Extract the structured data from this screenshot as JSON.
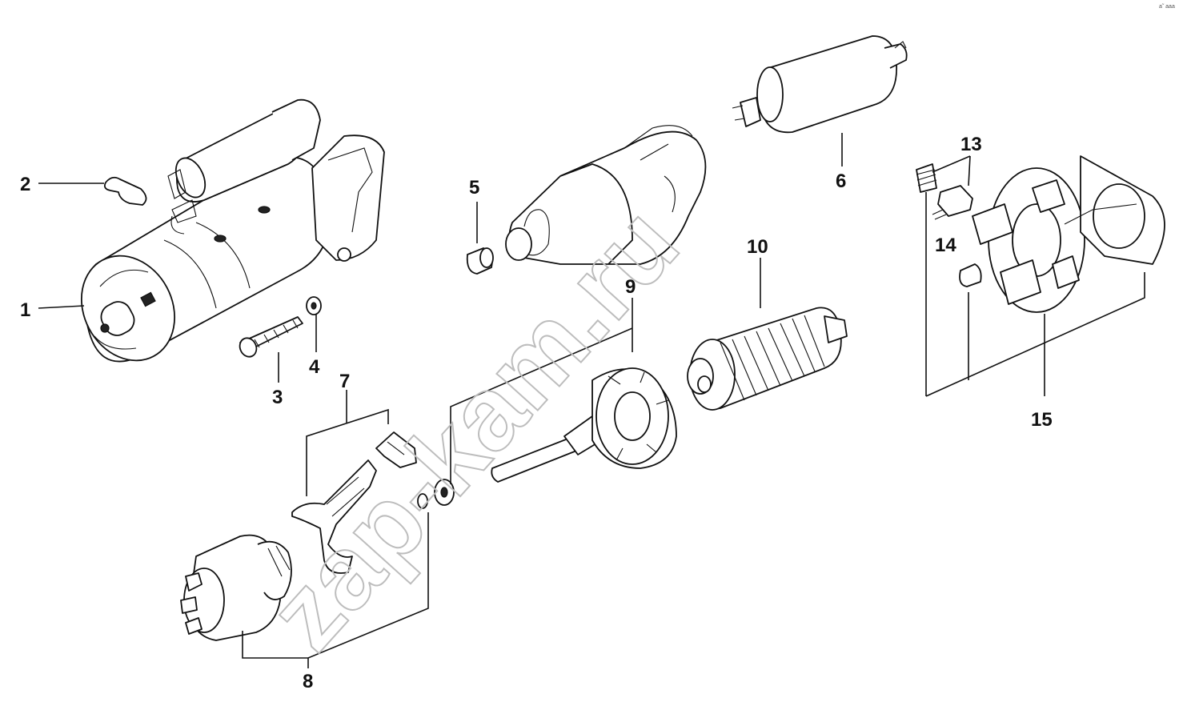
{
  "diagram": {
    "watermark": "zap-kam.ru",
    "corner_mark": "a˜ aaa",
    "callouts": [
      "1",
      "2",
      "3",
      "4",
      "5",
      "6",
      "7",
      "8",
      "9",
      "10",
      "13",
      "14",
      "15"
    ],
    "parts": [
      {
        "id": "starter-assembly",
        "callout": "1"
      },
      {
        "id": "terminal-boot",
        "callout": "2"
      },
      {
        "id": "mounting-bolt",
        "callout": "3"
      },
      {
        "id": "washer",
        "callout": "4"
      },
      {
        "id": "bushing-front",
        "callout": "5"
      },
      {
        "id": "solenoid",
        "callout": "6"
      },
      {
        "id": "shift-lever-kit",
        "callout": "7"
      },
      {
        "id": "drive-pinion",
        "callout": "8"
      },
      {
        "id": "planetary-gear-set",
        "callout": "9"
      },
      {
        "id": "armature",
        "callout": "10"
      },
      {
        "id": "brush-spring-kit",
        "callout": "13"
      },
      {
        "id": "bushing-rear",
        "callout": "14"
      },
      {
        "id": "brush-holder-plate",
        "callout": "15"
      }
    ]
  }
}
